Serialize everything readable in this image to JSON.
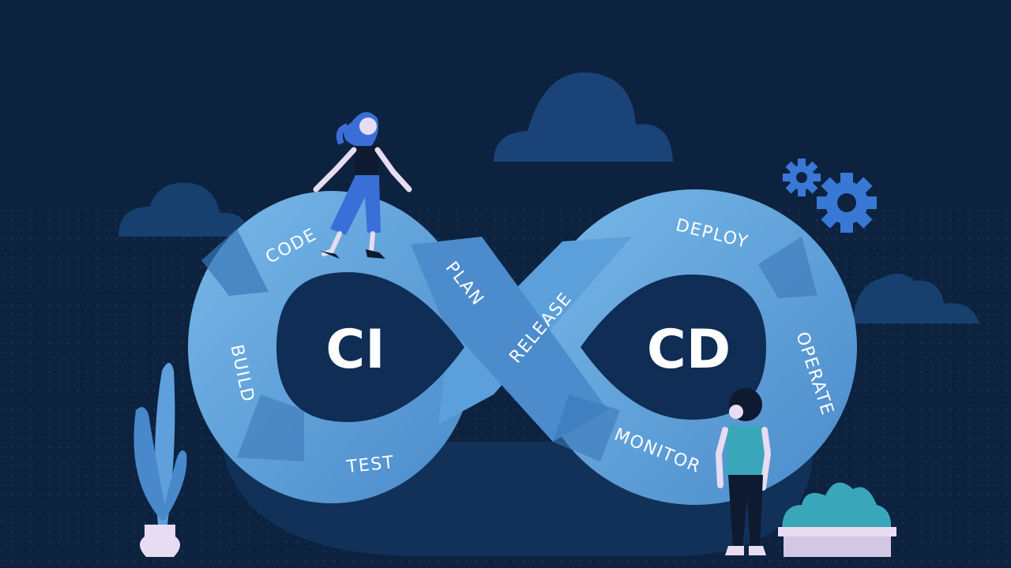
{
  "diagram": {
    "center_labels": {
      "left": "CI",
      "right": "CD"
    },
    "stages": [
      "CODE",
      "PLAN",
      "RELEASE",
      "DEPLOY",
      "OPERATE",
      "MONITOR",
      "TEST",
      "BUILD"
    ]
  },
  "colors": {
    "background": "#0c223f",
    "background_dots": "#16355c",
    "loop_light": "#6aaee2",
    "loop_mid": "#4f92d0",
    "loop_dark": "#2f6cab",
    "inner_hole": "#0f2d55",
    "cloud": "#18406f",
    "gear": "#3a78d6",
    "text": "#ffffff"
  },
  "icons": {
    "left_cloud": "cloud-icon",
    "top_cloud": "cloud-icon",
    "right_cloud": "cloud-icon",
    "gears": "gear-icon",
    "plant": "plant-icon",
    "bush": "bush-icon",
    "woman": "woman-figure-icon",
    "man": "man-figure-icon"
  }
}
